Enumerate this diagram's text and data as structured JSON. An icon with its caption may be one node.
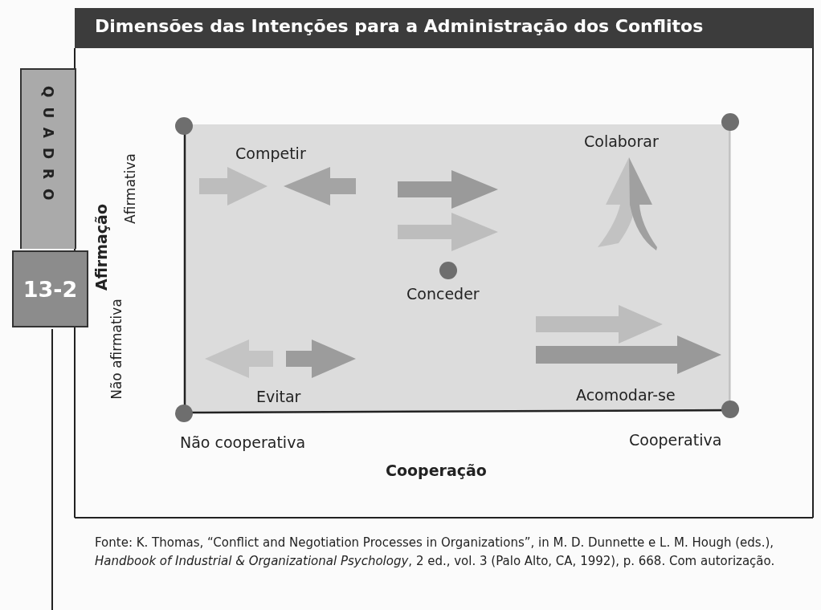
{
  "diagram": {
    "title": "Dimensões das Intenções para a Administração dos Conflitos",
    "caption": "Fonte: K. Thomas, “Conflict and Negotiation Processes in Organizations”, in M. D. Dunnette e L. M. Hough (eds.), *Handbook of Industrial & Organizational Psychology*, 2 ed., vol. 3 (Palo Alto, CA, 1992), p. 668. Com autorização.",
    "labels": [
      "QUADRO",
      "13-2",
      "Afirmação",
      "Afirmativa",
      "Não afirmativa",
      "Competir",
      "Colaborar",
      "Conceder",
      "Evitar",
      "Acomodar-se",
      "Não cooperativa",
      "Cooperativa",
      "Cooperação"
    ]
  }
}
